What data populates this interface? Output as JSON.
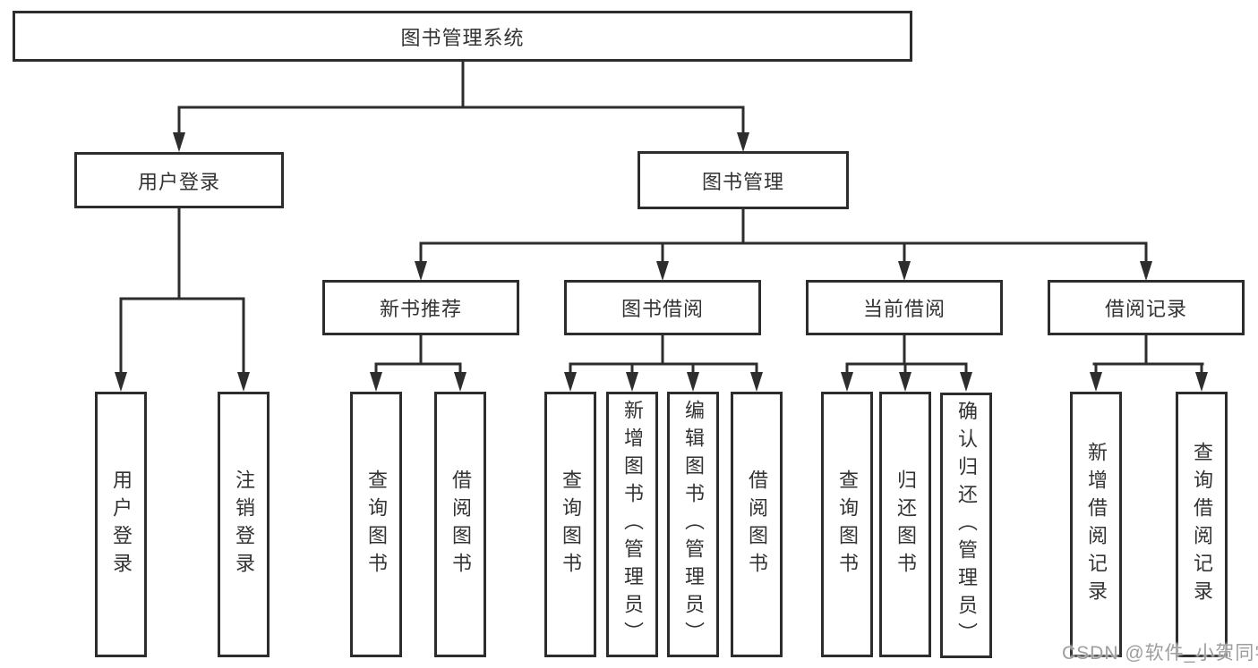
{
  "diagram": {
    "root": "图书管理系统",
    "branches": {
      "user_login": "用户登录",
      "book_mgmt": "图书管理"
    },
    "modules": {
      "new_book": "新书推荐",
      "book_borrow": "图书借阅",
      "current_borrow": "当前借阅",
      "borrow_records": "借阅记录"
    },
    "leaves": {
      "user_login": [
        "用户登录",
        "注销登录"
      ],
      "new_book": [
        "查询图书",
        "借阅图书"
      ],
      "book_borrow": [
        "查询图书",
        "新增图书（管理员）",
        "编辑图书（管理员）",
        "借阅图书"
      ],
      "current_borrow": [
        "查询图书",
        "归还图书",
        "确认归还（管理员）"
      ],
      "borrow_records": [
        "新增借阅记录",
        "查询借阅记录"
      ]
    },
    "colors": {
      "line": "#2d2d2d",
      "text": "#333333",
      "watermark": "#9e9e9e"
    },
    "watermark": "CSDN @软件_小贺同学"
  }
}
